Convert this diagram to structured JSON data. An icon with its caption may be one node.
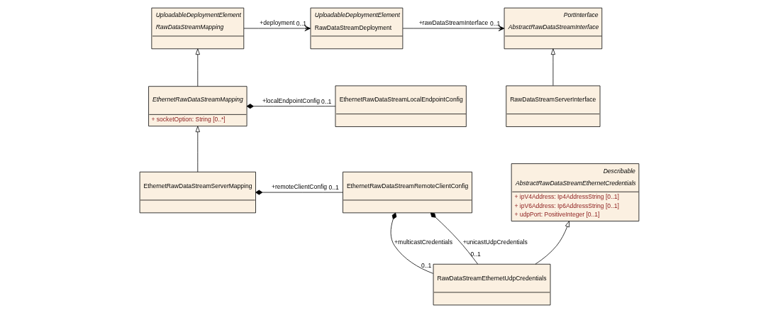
{
  "diagram": {
    "nodes": [
      {
        "text": [
          "UploadableDeploymentElement",
          "RawDataStreamMapping"
        ]
      },
      {
        "text": [
          "UploadableDeploymentElement",
          "RawDataStreamDeployment"
        ]
      },
      {
        "text": [
          "PortInterface",
          "AbstractRawDataStreamInterface"
        ]
      },
      {
        "text": [
          "EthernetRawDataStreamMapping",
          "+ socketOption: String [0..*]"
        ]
      },
      {
        "text": [
          "EthernetRawDataStreamLocalEndpointConfig"
        ]
      },
      {
        "text": [
          "RawDataStreamServerInterface"
        ]
      },
      {
        "text": [
          "EthernetRawDataStreamServerMapping"
        ]
      },
      {
        "text": [
          "EthernetRawDataStreamRemoteClientConfig"
        ]
      },
      {
        "text": [
          "Describable",
          "AbstractRawDataStreamEthernetCredentials",
          "+ ipV4Address: Ip4AddressString [0..1]",
          "+ ipV6Address: Ip6AddressString [0..1]",
          "+ udpPort: PositiveInteger [0..1]"
        ]
      },
      {
        "text": [
          "RawDataStreamEthernetUdpCredentials"
        ]
      }
    ],
    "edges": [
      {
        "from": 0,
        "to": 1,
        "arrow": "to",
        "label": "+deployment"
      },
      {
        "from": 1,
        "to": 2,
        "arrow": "to",
        "label": "+rawDataStreamInterface"
      },
      {
        "from": 3,
        "to": 0,
        "arrow": "to"
      },
      {
        "from": 5,
        "to": 2,
        "arrow": "to"
      },
      {
        "from": 3,
        "to": 4,
        "arrow": "other",
        "label": "+localEndpointConfig"
      },
      {
        "from": 6,
        "to": 3,
        "arrow": "to"
      },
      {
        "from": 6,
        "to": 7,
        "arrow": "other",
        "label": "+remoteClientConfig"
      },
      {
        "from": 7,
        "to": 9,
        "arrow": "other",
        "label": "+multicastCredentials"
      },
      {
        "from": 7,
        "to": 9,
        "arrow": "other",
        "label": "+unicastUdpCredentials"
      },
      {
        "from": 9,
        "to": 8,
        "arrow": "to"
      }
    ],
    "labels": [
      "0..1",
      "0..1",
      "0..1",
      "0..1",
      "0..1",
      "0..1"
    ]
  }
}
